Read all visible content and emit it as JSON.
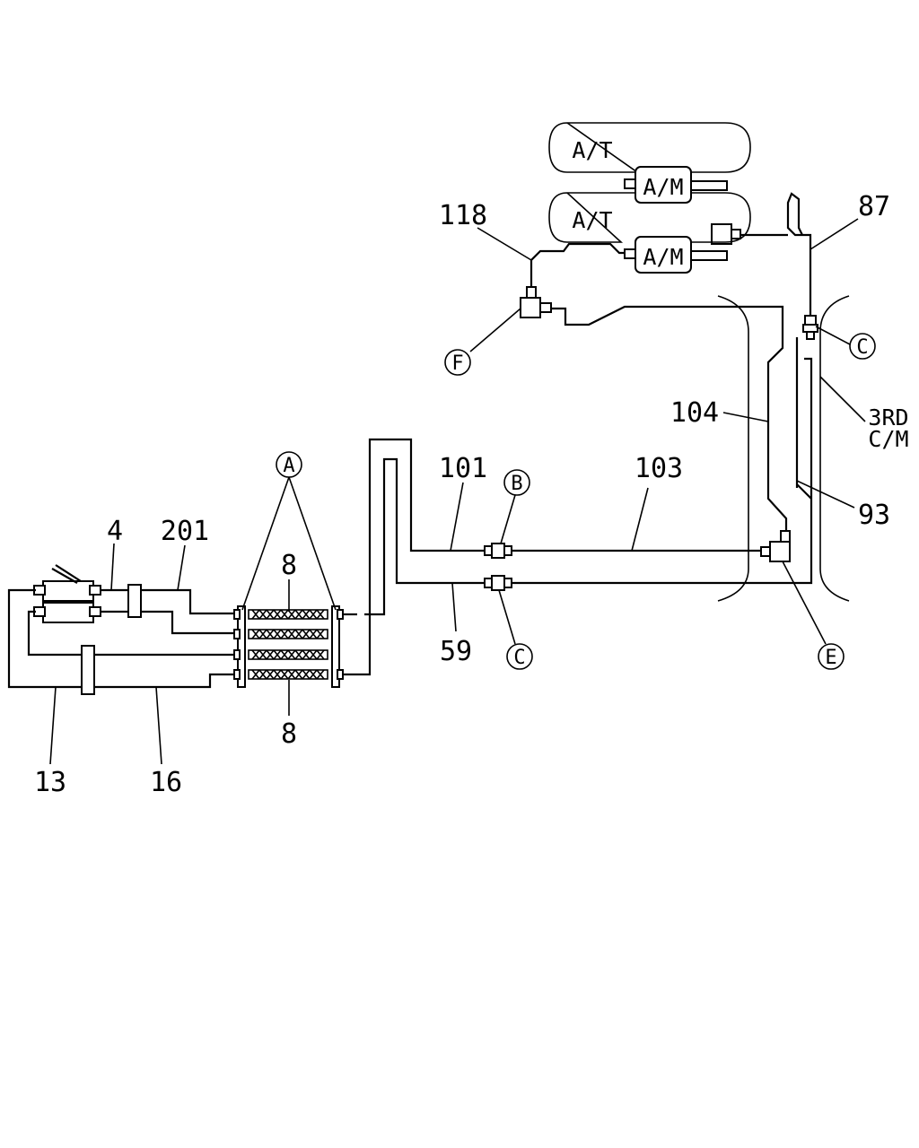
{
  "part_numbers": {
    "p4": "4",
    "p201": "201",
    "p8_top": "8",
    "p8_bottom": "8",
    "p13": "13",
    "p16": "16",
    "p101": "101",
    "p103": "103",
    "p59": "59",
    "p104": "104",
    "p118": "118",
    "p87": "87",
    "p93": "93"
  },
  "callouts": {
    "A": "A",
    "B": "B",
    "C_lower": "C",
    "C_upper": "C",
    "E": "E",
    "F": "F"
  },
  "components": {
    "at_top": "A/T",
    "am_top": "A/M",
    "at_bottom": "A/T",
    "am_bottom": "A/M",
    "third_cm_line1": "3RD",
    "third_cm_line2": "C/M"
  }
}
